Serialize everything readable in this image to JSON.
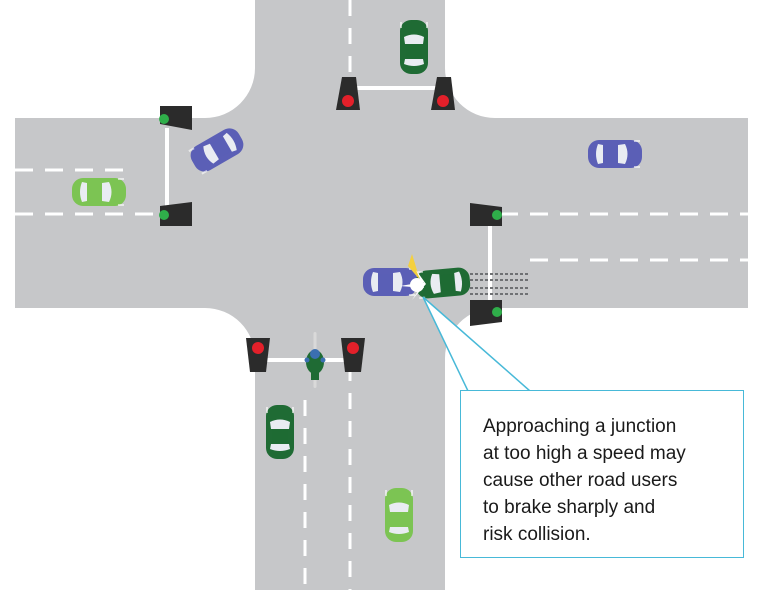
{
  "callout": {
    "lines": [
      "Approaching a junction",
      "at too high a speed may",
      "cause other road users",
      "to brake sharply and",
      "risk collision."
    ]
  },
  "colors": {
    "road": "#c6c7c9",
    "marking": "#ffffff",
    "signal_red": "#e3202a",
    "signal_green": "#2fae4a",
    "car_blue": "#5b5fb6",
    "car_dark_green": "#1f6b34",
    "car_light_green": "#7cc453",
    "callout_border": "#48b9d8"
  },
  "icons": [
    "traffic-light-icon",
    "car-icon",
    "cyclist-icon",
    "collision-flash-icon"
  ]
}
